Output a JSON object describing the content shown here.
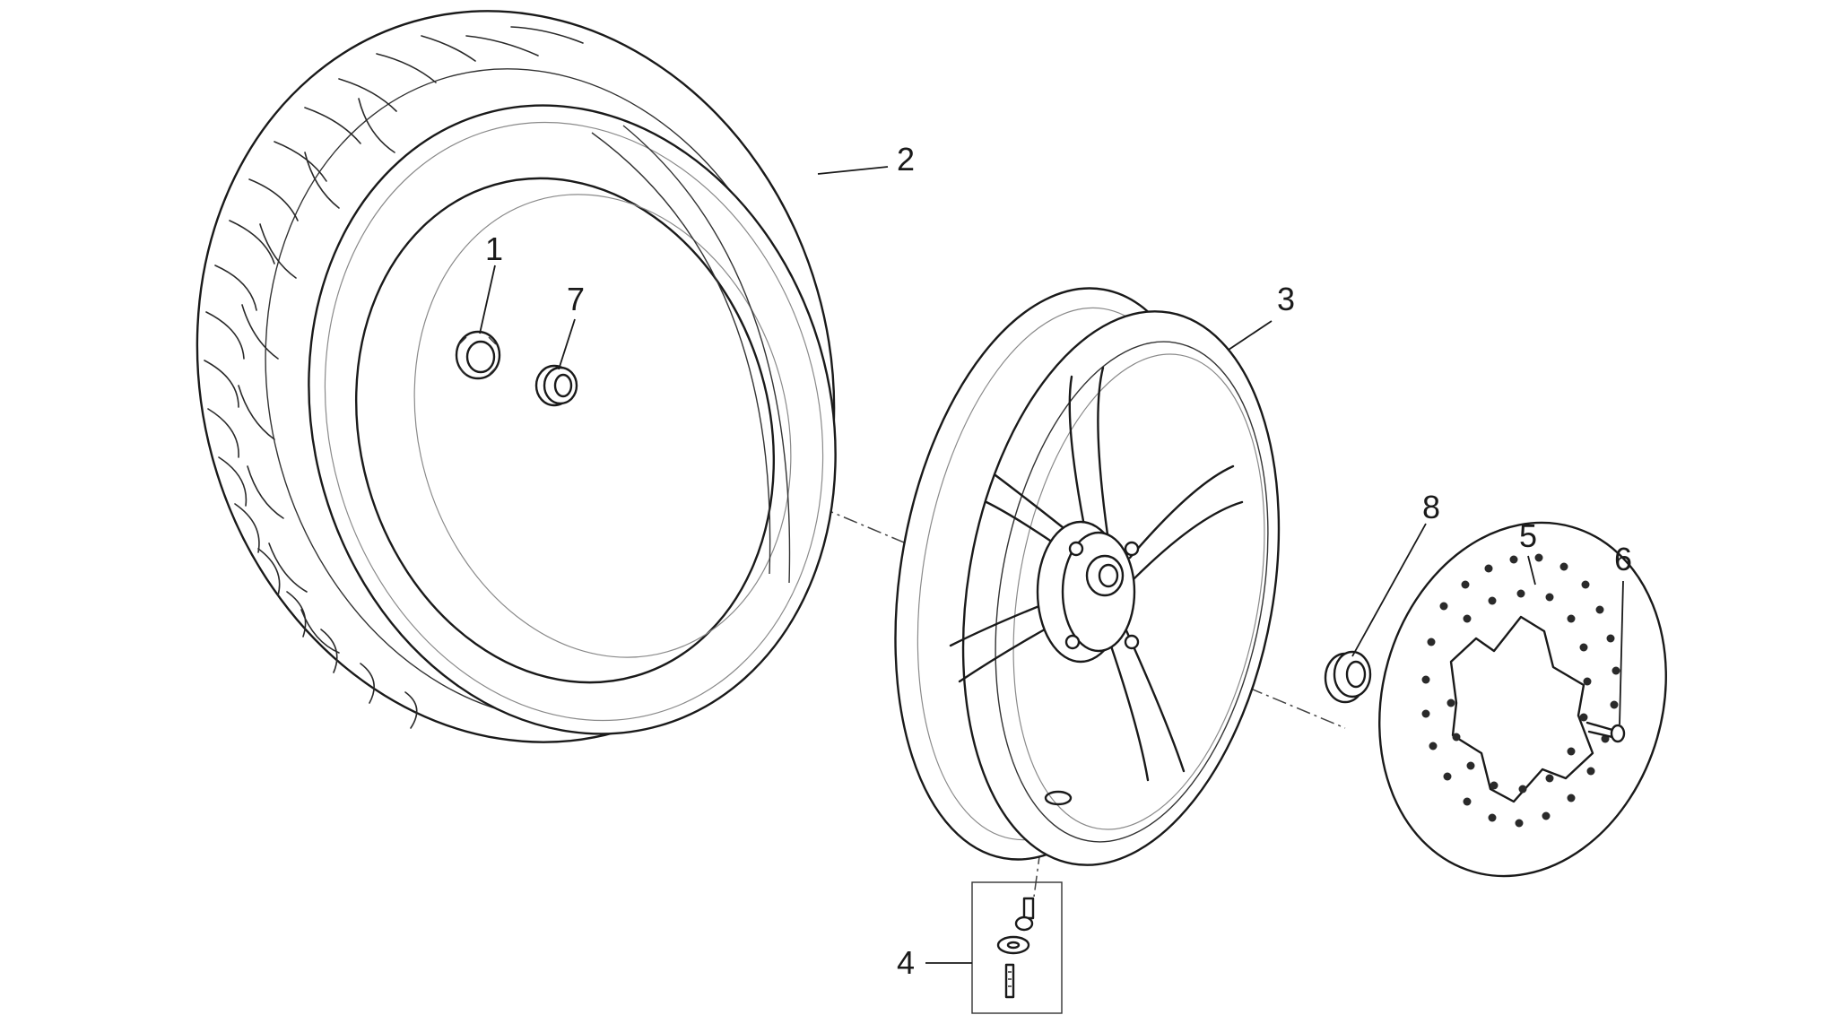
{
  "callouts": {
    "item_1": "1",
    "item_2": "2",
    "item_3": "3",
    "item_4": "4",
    "item_5": "5",
    "item_6": "6",
    "item_7": "7",
    "item_8": "8"
  },
  "parts": [
    {
      "ref": "1",
      "icon": "nut-icon"
    },
    {
      "ref": "2",
      "icon": "tyre-icon"
    },
    {
      "ref": "3",
      "icon": "wheel-rim-icon"
    },
    {
      "ref": "4",
      "icon": "valve-kit-icon"
    },
    {
      "ref": "5",
      "icon": "brake-disc-icon"
    },
    {
      "ref": "6",
      "icon": "screw-icon"
    },
    {
      "ref": "7",
      "icon": "spacer-icon"
    },
    {
      "ref": "8",
      "icon": "bearing-ring-icon"
    }
  ],
  "colors": {
    "ink": "#1a1a1a",
    "background": "#ffffff"
  }
}
